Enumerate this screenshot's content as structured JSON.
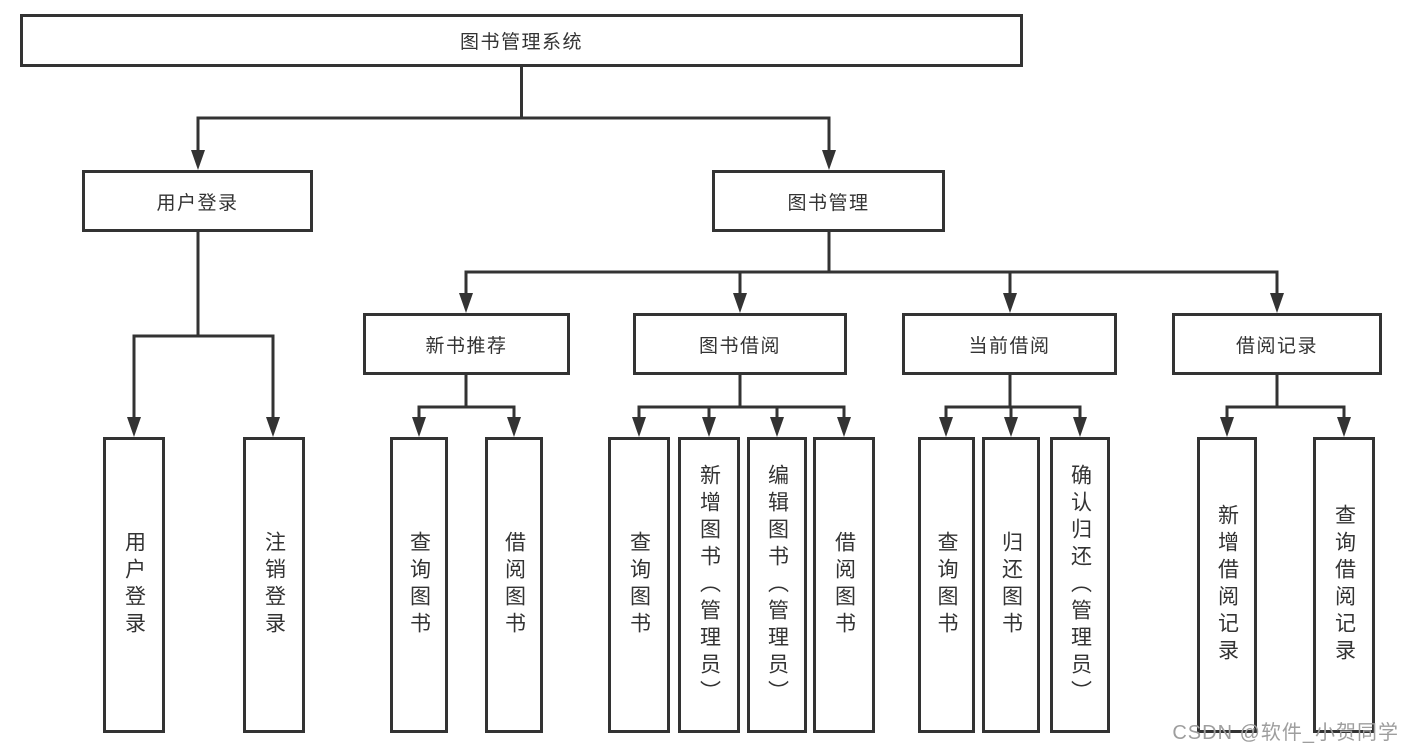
{
  "colors": {
    "line": "#333333",
    "box_border": "#333333",
    "box_background": "#ffffff",
    "text": "#333333",
    "watermark": "#9e9e9e",
    "page_background": "#ffffff"
  },
  "watermark": {
    "text": "CSDN @软件_小贺同学"
  },
  "tree": {
    "root": {
      "label": "图书管理系统"
    },
    "children": [
      {
        "label": "用户登录",
        "children": [
          {
            "label": "用户登录"
          },
          {
            "label": "注销登录"
          }
        ]
      },
      {
        "label": "图书管理",
        "children": [
          {
            "label": "新书推荐",
            "children": [
              {
                "label": "查询图书"
              },
              {
                "label": "借阅图书"
              }
            ]
          },
          {
            "label": "图书借阅",
            "children": [
              {
                "label": "查询图书"
              },
              {
                "label": "新增图书（管理员）"
              },
              {
                "label": "编辑图书（管理员）"
              },
              {
                "label": "借阅图书"
              }
            ]
          },
          {
            "label": "当前借阅",
            "children": [
              {
                "label": "查询图书"
              },
              {
                "label": "归还图书"
              },
              {
                "label": "确认归还（管理员）"
              }
            ]
          },
          {
            "label": "借阅记录",
            "children": [
              {
                "label": "新增借阅记录"
              },
              {
                "label": "查询借阅记录"
              }
            ]
          }
        ]
      }
    ]
  }
}
